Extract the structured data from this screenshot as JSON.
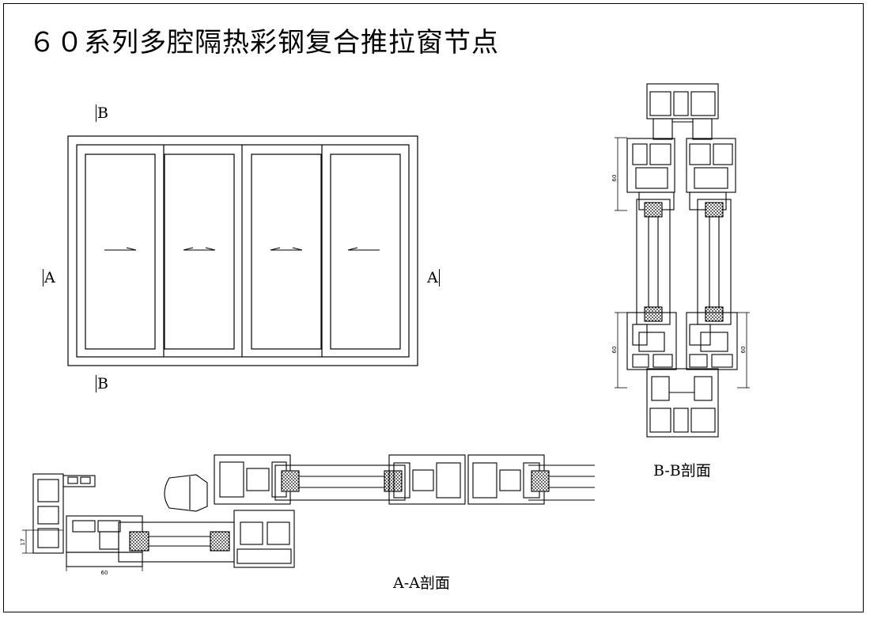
{
  "title": "６０系列多腔隔热彩钢复合推拉窗节点",
  "elevation": {
    "section_marks": {
      "top": "B",
      "bottom": "B",
      "left": "A",
      "right": "A"
    }
  },
  "sections": {
    "aa_caption": "A-A剖面",
    "bb_caption": "B-B剖面"
  },
  "dimensions": {
    "bb_upper": "60",
    "bb_lower_left": "60",
    "bb_lower_right": "60",
    "aa_height": "17",
    "aa_width": "60"
  }
}
